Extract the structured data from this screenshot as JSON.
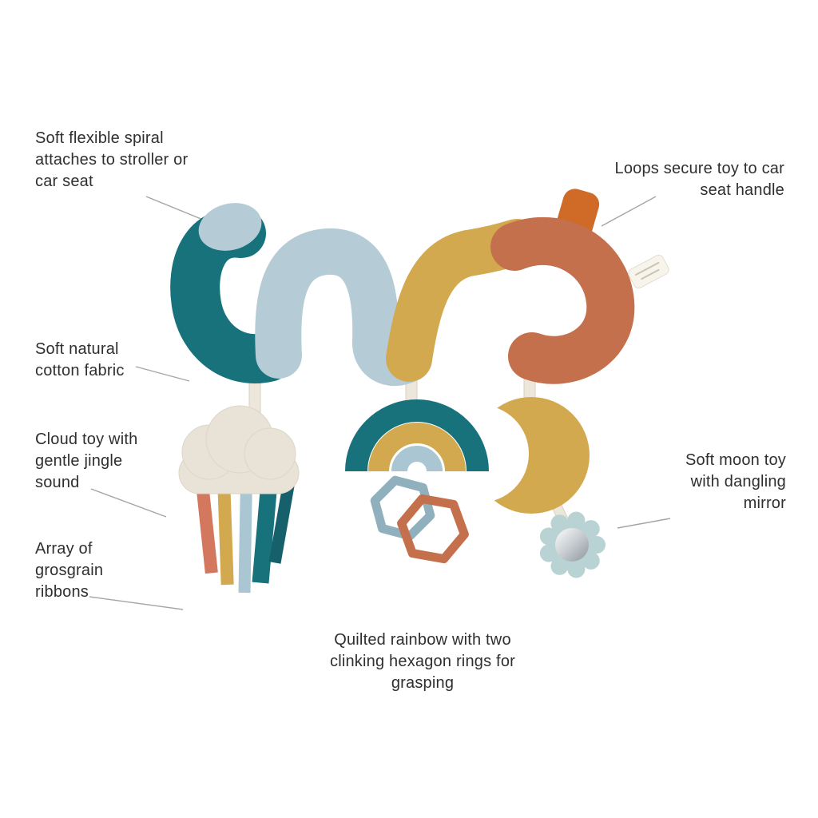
{
  "product": {
    "name": "baby-spiral-activity-toy",
    "callouts": {
      "spiral": "Soft flexible spiral attaches to stroller or car seat",
      "loops": "Loops secure toy to car seat handle",
      "fabric": "Soft natural cotton fabric",
      "cloud": "Cloud toy with gentle jingle sound",
      "ribbons": "Array of grosgrain ribbons",
      "moon": "Soft moon toy with dangling mirror",
      "rainbow": "Quilted rainbow with two clinking hexagon rings for grasping"
    },
    "palette": {
      "teal": "#17727b",
      "teal_dark": "#15606a",
      "light_blue": "#b5ccd6",
      "light_blue_ribbon": "#a9c6d2",
      "mustard": "#d3a94f",
      "terracotta": "#c4704d",
      "orange_loop": "#cf6a27",
      "cream": "#e8e3d6",
      "strip_cream": "#ece7da",
      "ribbon_coral": "#d4775f",
      "mirror_frame": "#b9d3d4",
      "hex_blue": "#8fb0bc",
      "leader_line": "#a5a5a5",
      "text": "#2f2f2f",
      "background": "#ffffff"
    }
  }
}
